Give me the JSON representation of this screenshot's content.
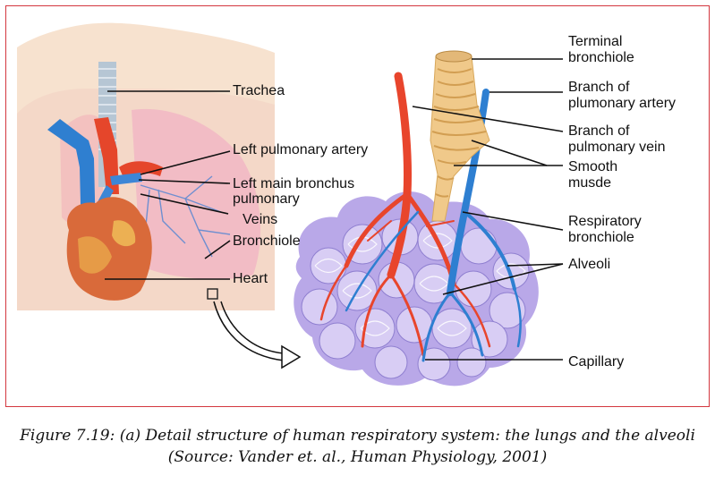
{
  "labels": {
    "trachea": "Trachea",
    "left_pulmonary_artery": "Left pulmonary artery",
    "left_main_bronchus": "Left main bronchus",
    "pulmonary": "pulmonary",
    "veins": "Veins",
    "bronchiole": "Bronchiole",
    "heart": "Heart",
    "terminal_bronchiole_1": "Terminal",
    "terminal_bronchiole_2": "bronchiole",
    "branch_artery_1": "Branch of",
    "branch_artery_2": "plumonary artery",
    "branch_vein_1": "Branch of",
    "branch_vein_2": "pulmonary vein",
    "smooth_muscle_1": "Smooth",
    "smooth_muscle_2": "musde",
    "respiratory_bronchiole_1": "Respiratory",
    "respiratory_bronchiole_2": "bronchiole",
    "alveoli": "Alveoli",
    "capillary": "Capillary"
  },
  "caption": {
    "line1": "Figure 7.19: (a) Detail structure of human respiratory system: the lungs and the alveoli",
    "line2": "(Source: Vander et. al., Human Physiology, 2001)"
  },
  "colors": {
    "frame_border": "#d3373f",
    "artery": "#e8452c",
    "vein": "#2e7fd1",
    "alveoli": "#b7a6e6",
    "skin": "#f5dcc6"
  }
}
